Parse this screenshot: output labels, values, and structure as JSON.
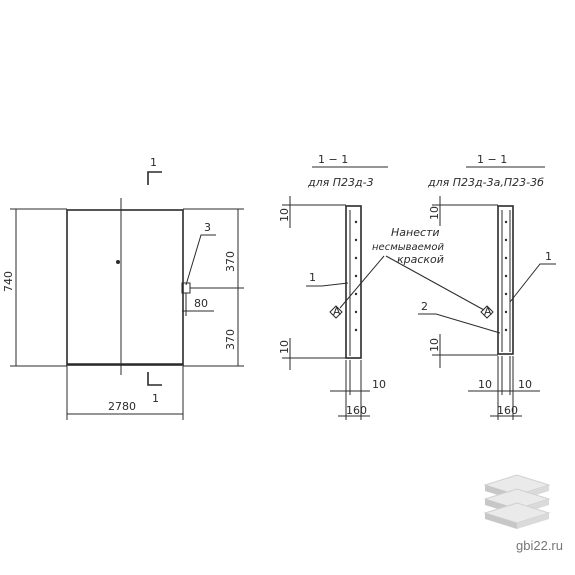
{
  "section_mark": "1",
  "left_view": {
    "dim_height": "740",
    "dim_width": "2780",
    "dim_upper": "370",
    "dim_lower": "370",
    "dim_small": "80",
    "callout": "3"
  },
  "section_a": {
    "title": "1 − 1",
    "subtitle": "для П23д-3",
    "dim_top": "10",
    "dim_bottom": "10",
    "dim_right": "10",
    "dim_base": "160",
    "callout": "1",
    "mark": "A"
  },
  "section_b": {
    "title": "1 − 1",
    "subtitle": "для П23д-3а,П23-3б",
    "dim_top": "10",
    "dim_bottom": "10",
    "dim_left": "10",
    "dim_right": "10",
    "dim_base": "160",
    "callout_1": "1",
    "callout_2": "2",
    "mark": "A"
  },
  "note": {
    "line1": "Нанести",
    "line2": "несмываемой",
    "line3": "краской"
  },
  "watermark": "gbi22.ru"
}
